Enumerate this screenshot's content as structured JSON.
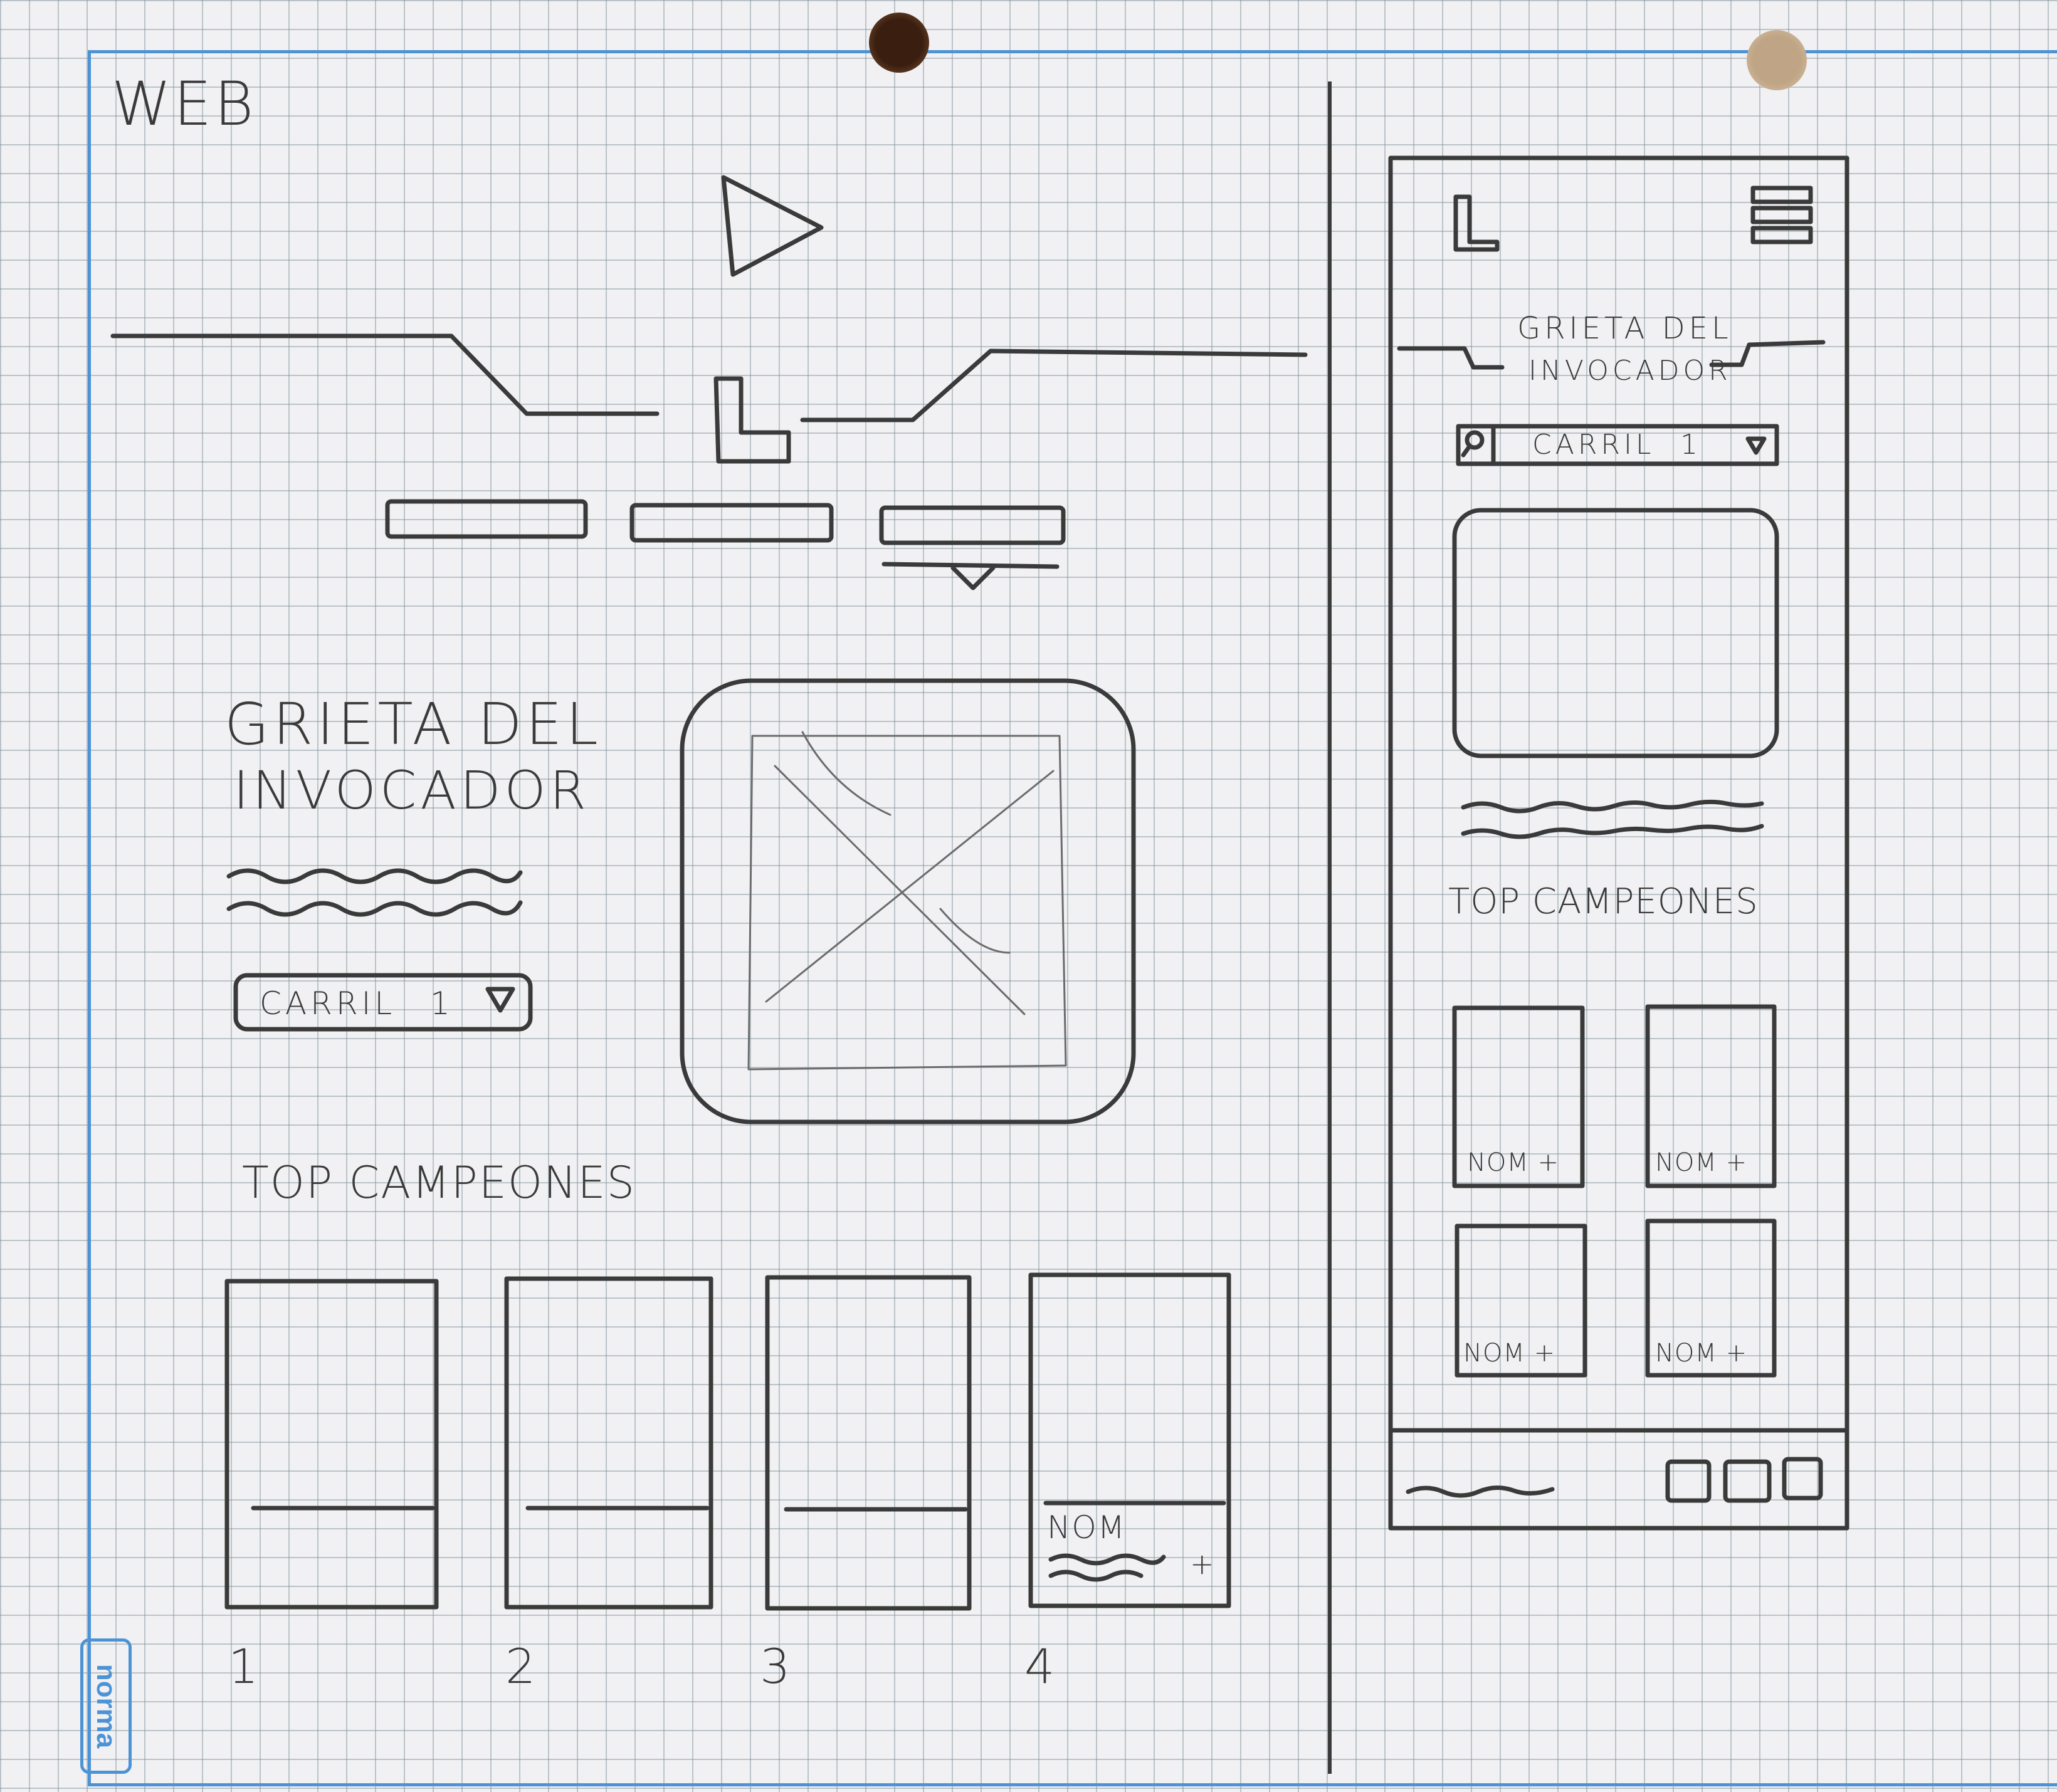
{
  "colors": {
    "paper": "#f1f1f3",
    "grid": "#8c9ca4",
    "margin": "#4c93d6",
    "pencil": "#3a3a3a"
  },
  "web": {
    "section_label": "WEB",
    "hero_title_line1": "GRIETA DEL",
    "hero_title_line2": "INVOCADOR",
    "lane_select": {
      "label": "CARRIL",
      "value": "1"
    },
    "top_title": "TOP CAMPEONES",
    "card4": {
      "name": "NOM",
      "plus": "+"
    },
    "ranks": [
      "1",
      "2",
      "3",
      "4"
    ]
  },
  "mobile": {
    "title_line1": "GRIETA DEL",
    "title_line2": "INVOCADOR",
    "lane_select": {
      "label": "CARRIL",
      "value": "1"
    },
    "top_title": "TOP CAMPEONES",
    "cards": [
      "NOM +",
      "NOM +",
      "NOM +",
      "NOM +"
    ]
  },
  "brand_stamp": "norma",
  "icons": [
    "play-icon",
    "logo-l-icon",
    "hamburger-menu-icon",
    "search-icon",
    "dropdown-triangle-icon",
    "image-placeholder-icon"
  ]
}
